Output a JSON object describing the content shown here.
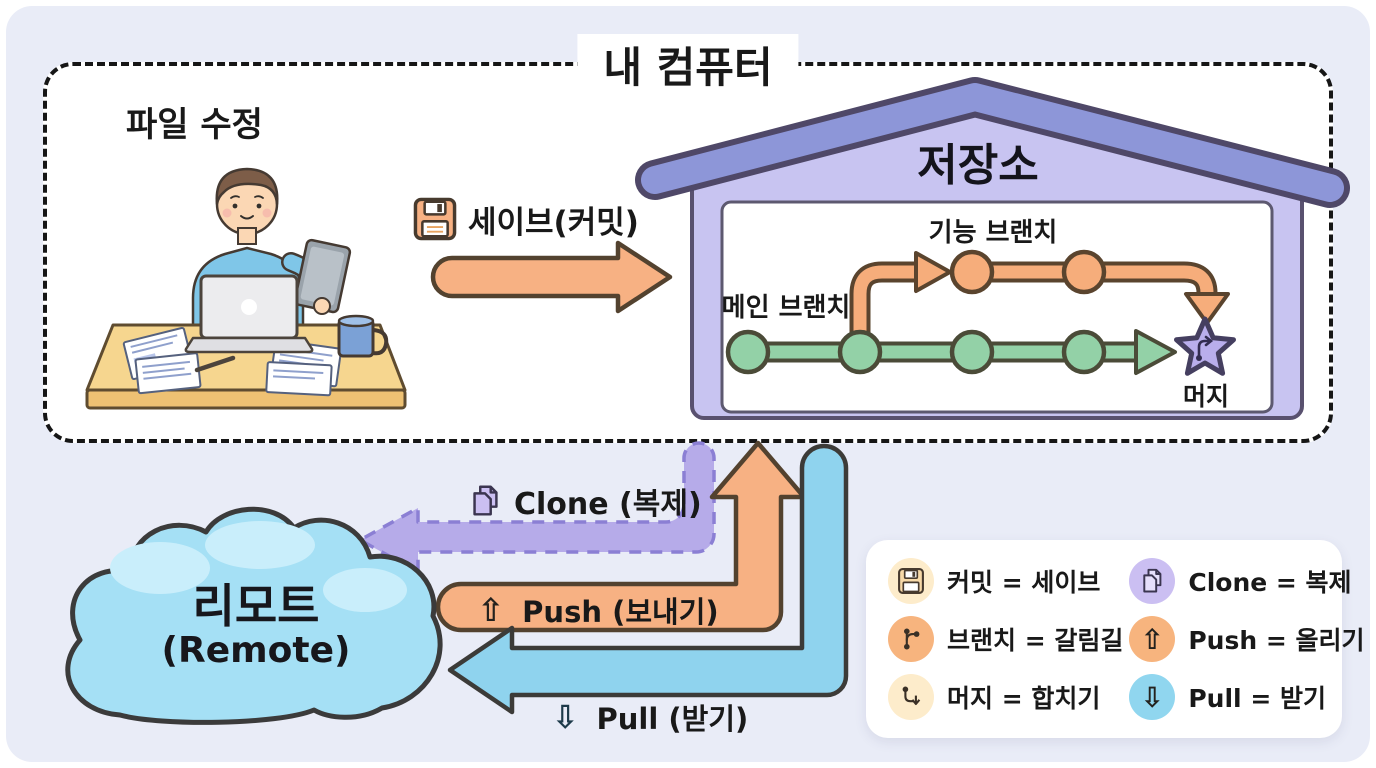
{
  "title": "내 컴퓨터",
  "workspace": {
    "label": "파일 수정"
  },
  "commit_flow": {
    "label": "세이브(커밋)"
  },
  "repository": {
    "title": "저장소",
    "main_branch_label": "메인 브랜치",
    "feature_branch_label": "기능 브랜치",
    "merge_label": "머지",
    "main_commit_count": "4",
    "feature_commit_count": "2"
  },
  "remote": {
    "title": "리모트",
    "subtitle": "(Remote)"
  },
  "flows": {
    "clone": {
      "label": "Clone (복제)"
    },
    "push": {
      "label": "Push (보내기)",
      "glyph": "⇧"
    },
    "pull": {
      "label": "Pull (받기)",
      "glyph": "⇩"
    }
  },
  "legend": {
    "items": [
      {
        "icon": "floppy-icon",
        "label": "커밋 = 세이브"
      },
      {
        "icon": "copy-icon",
        "label": "Clone = 복제"
      },
      {
        "icon": "branch-icon",
        "label": "브랜치 = 갈림길"
      },
      {
        "icon": "up-arrow-icon",
        "label": "Push = 올리기",
        "glyph": "⇧"
      },
      {
        "icon": "merge-icon",
        "label": "머지 = 합치기"
      },
      {
        "icon": "down-arrow-icon",
        "label": "Pull = 받기",
        "glyph": "⇩"
      }
    ]
  },
  "colors": {
    "panel": "#e9ecf7",
    "orange": "#f7b183",
    "green": "#93d1a7",
    "purple": "#b6abe9",
    "blue": "#8fd3ee",
    "roof": "#8d96d8",
    "house": "#c8c4f1",
    "star": "#b9aeec",
    "cloud": "#a5e0f5"
  }
}
